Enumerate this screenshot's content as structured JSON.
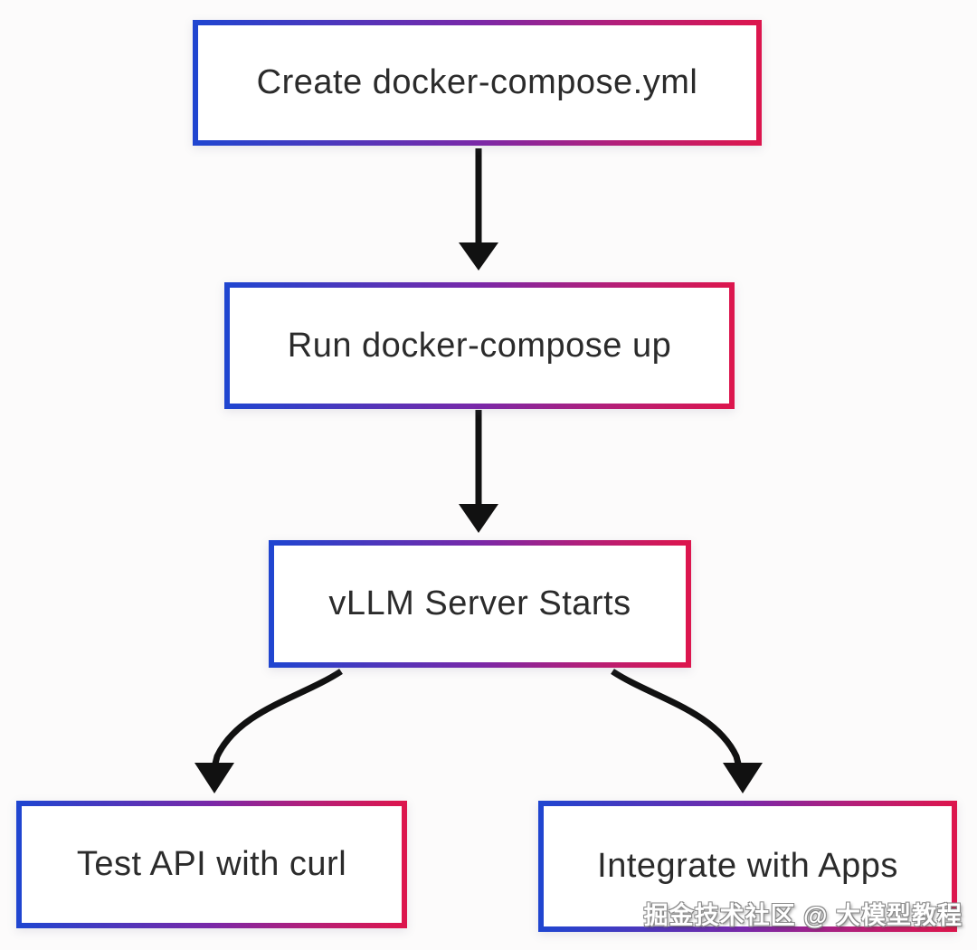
{
  "diagram": {
    "type": "flowchart",
    "direction": "top-down",
    "nodes": [
      {
        "id": "create",
        "label": "Create docker-compose.yml"
      },
      {
        "id": "run",
        "label": "Run docker-compose up"
      },
      {
        "id": "vllm",
        "label": "vLLM Server Starts"
      },
      {
        "id": "test",
        "label": "Test API with curl"
      },
      {
        "id": "integrate",
        "label": "Integrate with Apps"
      }
    ],
    "edges": [
      {
        "from": "create",
        "to": "run"
      },
      {
        "from": "run",
        "to": "vllm"
      },
      {
        "from": "vllm",
        "to": "test"
      },
      {
        "from": "vllm",
        "to": "integrate"
      }
    ]
  },
  "watermark": {
    "text": "掘金技术社区 @ 大模型教程"
  },
  "colors": {
    "border_gradient_start": "#2045d0",
    "border_gradient_mid": "#7a28a8",
    "border_gradient_end": "#dc164e",
    "node_background": "#ffffff",
    "node_text": "#2b2b2b",
    "arrow": "#111111",
    "canvas_background": "#fcfbfb",
    "watermark_text": "#ffffff"
  }
}
